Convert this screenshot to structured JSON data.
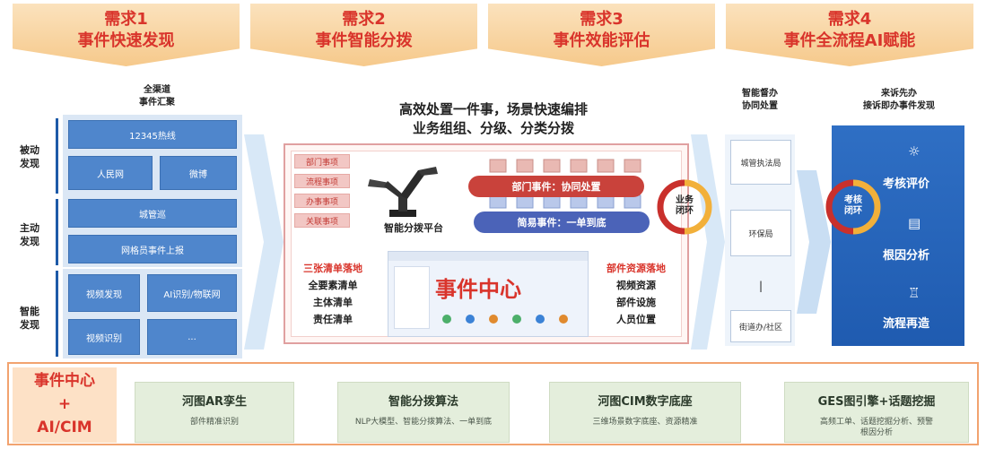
{
  "requirements": [
    {
      "line1": "需求1",
      "line2": "事件快速发现"
    },
    {
      "line1": "需求2",
      "line2": "事件智能分拨"
    },
    {
      "line1": "需求3",
      "line2": "事件效能评估"
    },
    {
      "line1": "需求4",
      "line2": "事件全流程AI赋能"
    }
  ],
  "left": {
    "header_line1": "全渠道",
    "header_line2": "事件汇聚",
    "side_labels": [
      {
        "line1": "被动",
        "line2": "发现"
      },
      {
        "line1": "主动",
        "line2": "发现"
      },
      {
        "line1": "智能",
        "line2": "发现"
      }
    ],
    "boxes": {
      "hotline": "12345热线",
      "people_congress": "人民网",
      "weibo": "微博",
      "city_inspect": "城管巡",
      "grid_report": "网格员事件上报",
      "video": "视频发现",
      "iot": "AI识别/物联网",
      "other": "视频识别",
      "more": "..."
    }
  },
  "center": {
    "title1": "高效处置一件事，场景快速编排",
    "title2": "业务组组、分级、分类分拨",
    "pinks": [
      "部门事项",
      "流程事项",
      "办事事项",
      "关联事项"
    ],
    "platform": "智能分拨平台",
    "pill_red": "部门事件：协同处置",
    "pill_blue": "简易事件：一单到底",
    "ring_label1": "业务",
    "ring_label2": "闭环",
    "left_list_title": "三张清单落地",
    "left_list": [
      "全要素清单",
      "主体清单",
      "责任清单"
    ],
    "right_list_title": "部件资源落地",
    "right_list": [
      "视频资源",
      "部件设施",
      "人员位置"
    ],
    "event_center": "事件中心"
  },
  "right": {
    "header_line1": "智能督办",
    "header_line2": "协同处置",
    "boxes": [
      "城管执法局",
      "环保局",
      "|",
      "街道办/社区"
    ],
    "blue_header_line1": "来诉先办",
    "blue_header_line2": "接诉即办事件发现",
    "ring_label1": "考核",
    "ring_label2": "闭环",
    "items": [
      "考核评价",
      "根因分析",
      "流程再造"
    ]
  },
  "bottom": {
    "left_line1": "事件中心",
    "left_line2": "+",
    "left_line3": "AI/CIM",
    "cards": [
      {
        "title": "河图AR孪生",
        "subtitle": "部件精准识别"
      },
      {
        "title": "智能分拨算法",
        "subtitle": "NLP大模型、智能分拨算法、一单到底"
      },
      {
        "title": "河图CIM数字底座",
        "subtitle": "三维场景数字底座、资源精准"
      },
      {
        "title": "GES图引擎+话题挖掘",
        "subtitle": "高频工单、话题挖掘分析、预警\n根因分析"
      }
    ]
  },
  "colors": {
    "red": "#d9342b",
    "blue": "#1f5bb0",
    "orange": "#f6c98b",
    "green": "#e4eedc"
  }
}
